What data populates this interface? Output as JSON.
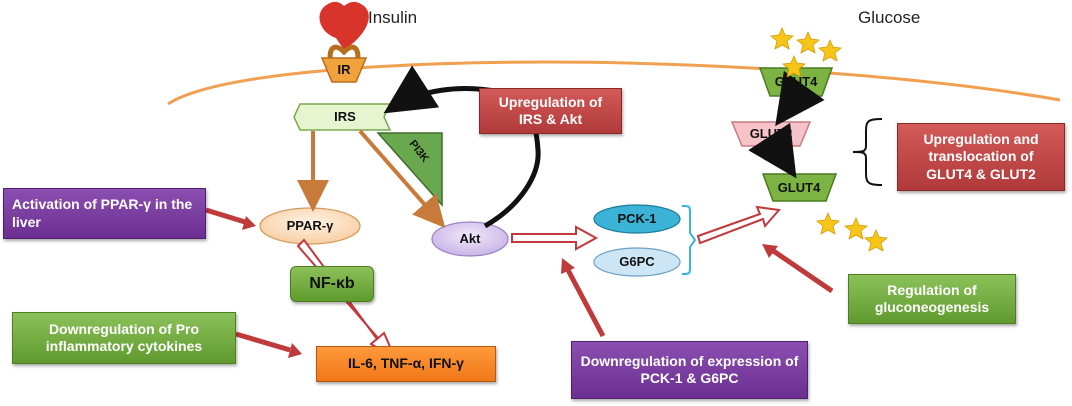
{
  "insulin": "Insulin",
  "glucose": "Glucose",
  "ir": "IR",
  "irs": "IRS",
  "pi3k": "PI3K",
  "akt": "Akt",
  "ppar": "PPAR-γ",
  "nfkb": "NF-κb",
  "cytokines": "IL-6, TNF-α, IFN-γ",
  "pck1": "PCK-1",
  "g6pc": "G6PC",
  "glut4_top": "GLUT4",
  "glut2": "GLUT2",
  "glut4_bottom": "GLUT4",
  "boxes": {
    "upreg_irs_akt": "Upregulation of IRS & Akt",
    "activation_ppar": "Activation of PPAR-γ in the liver",
    "downreg_pro": "Downregulation of Pro inflammatory cytokines",
    "downreg_expression": "Downregulation of expression of PCK-1 & G6PC",
    "regulation_gluco": "Regulation of gluconeogenesis",
    "upreg_glut": "Upregulation and translocation of GLUT4 & GLUT2"
  },
  "colors": {
    "membrane": "#f0a050",
    "insulin": "#d9342b",
    "ir": "#f2a23c",
    "irs": "#e6f5cf",
    "pi3k": "#6aa84f",
    "akt": "#d9c8f0",
    "ppar": "#fde0c4",
    "pck1": "#3bb3d6",
    "g6pc": "#cde6f5",
    "glut4": "#7cb342",
    "glut2": "#f6c3c8",
    "red_arrow": "#c0393b",
    "stars": "#f5c518"
  }
}
